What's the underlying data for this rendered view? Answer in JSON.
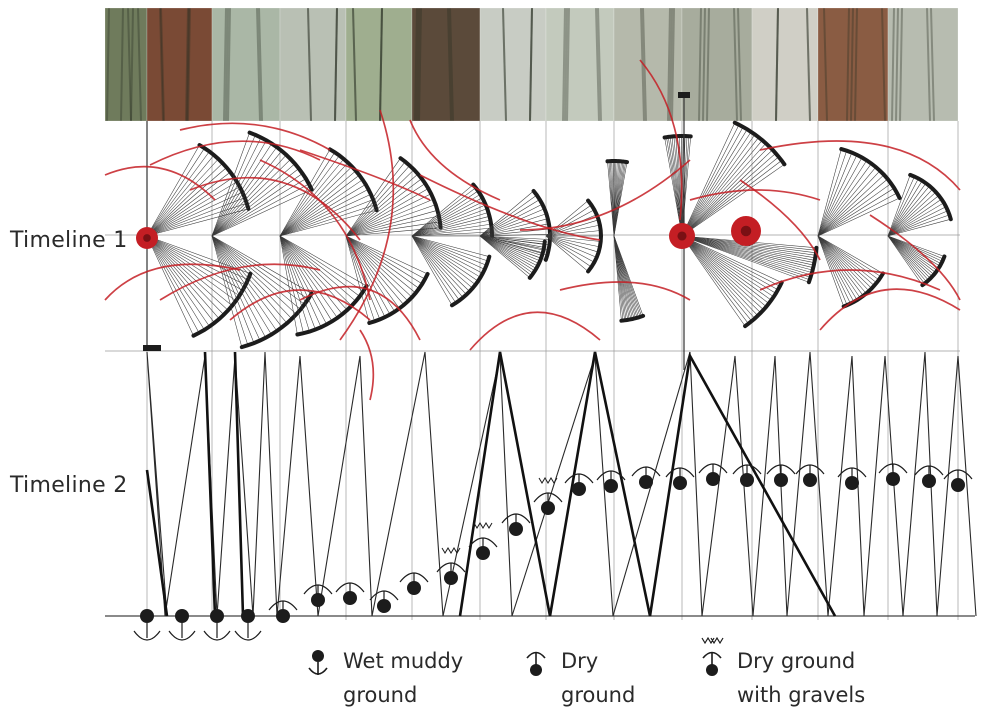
{
  "labels": {
    "timeline1": "Timeline 1",
    "timeline2": "Timeline 2"
  },
  "photo_strip": {
    "tones": [
      "#6f7b5c",
      "#7a4a35",
      "#aab7a6",
      "#b9c0b4",
      "#9fae8f",
      "#5b4a3a",
      "#c8ccc4",
      "#c3cabd",
      "#b5b9ab",
      "#a7ac9d",
      "#d0cfc6",
      "#8a5c43",
      "#b7bcb0"
    ]
  },
  "legend": {
    "wet_line1": "Wet muddy",
    "wet_line2": "ground",
    "dry_line1": "Dry",
    "dry_line2": "ground",
    "gravel_line1": "Dry ground",
    "gravel_line2": "with gravels"
  },
  "colors": {
    "red": "#c41e24",
    "ink": "#1c1c1c",
    "pencil": "#6a6a6a"
  },
  "icons": {
    "wet": "anchor-down-icon",
    "dry": "arch-up-icon",
    "gravel": "arch-gravel-icon"
  }
}
